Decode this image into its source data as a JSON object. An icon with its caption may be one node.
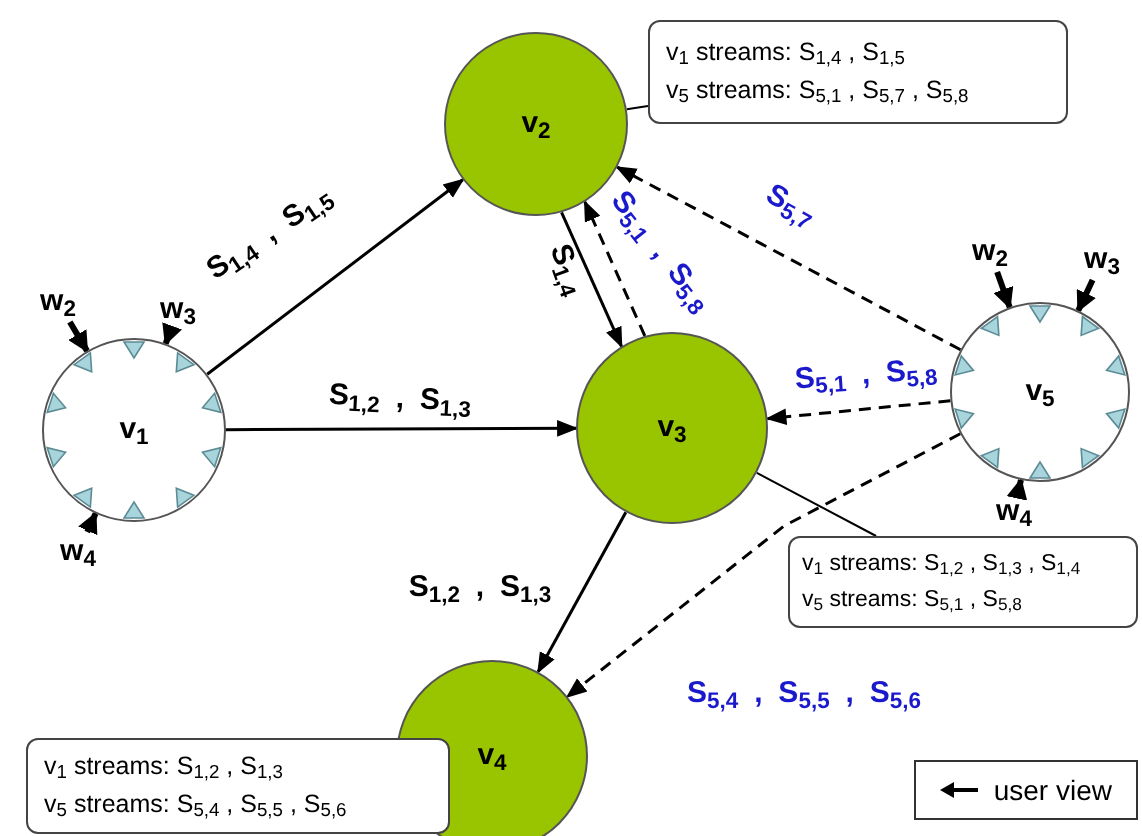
{
  "diagram": {
    "nodes": [
      {
        "text": [
          "v$_{1}$"
        ]
      },
      {
        "text": [
          "v$_{2}$"
        ]
      },
      {
        "text": [
          "v$_{1}$ streams: S$_{1,4}$ , S$_{1,5}$",
          "v$_{5}$ streams: S$_{5,1}$ , S$_{5,7}$ , S$_{5,8}$"
        ]
      },
      {
        "text": [
          "v$_{5}$"
        ]
      },
      {
        "text": [
          "v$_{3}$"
        ]
      },
      {
        "text": [
          "v$_{1}$ streams: S$_{1,2}$ , S$_{1,3}$ , S$_{1,4}$",
          "v$_{5}$ streams: S$_{5,1}$ , S$_{5,8}$"
        ]
      },
      {
        "text": [
          "v$_{4}$"
        ]
      },
      {
        "text": [
          "v$_{1}$ streams: S$_{1,2}$ , S$_{1,3}$",
          "v$_{5}$ streams: S$_{5,4}$ , S$_{5,5}$ , S$_{5,6}$"
        ]
      },
      {
        "text": [
          "w$_{2}$"
        ]
      },
      {
        "text": [
          "w$_{3}$"
        ]
      },
      {
        "text": [
          "w$_{4}$"
        ]
      },
      {
        "text": [
          "w$_{2}$"
        ]
      },
      {
        "text": [
          "w$_{3}$"
        ]
      },
      {
        "text": [
          "w$_{4}$"
        ]
      }
    ],
    "edges": [
      {
        "from": 0,
        "to": 1,
        "arrow": "to",
        "label": "S$_{1,4}$ , S$_{1,5}$"
      },
      {
        "from": 0,
        "to": 4,
        "arrow": "to",
        "label": "S$_{1,2}$ , S$_{1,3}$"
      },
      {
        "from": 1,
        "to": 4,
        "arrow": "to",
        "label": "S$_{1,4}$"
      },
      {
        "from": 4,
        "to": 1,
        "arrow": "to",
        "label": "S$_{5,1}$ , S$_{5,8}$",
        "style": "dashed"
      },
      {
        "from": 3,
        "to": 1,
        "arrow": "to",
        "label": "S$_{5,7}$",
        "style": "dashed"
      },
      {
        "from": 3,
        "to": 4,
        "arrow": "to",
        "label": "S$_{5,1}$ , S$_{5,8}$",
        "style": "dashed"
      },
      {
        "from": 4,
        "to": 6,
        "arrow": "to",
        "label": "S$_{1,2}$ , S$_{1,3}$"
      },
      {
        "from": 3,
        "to": 6,
        "arrow": "to",
        "label": "S$_{5,4}$ , S$_{5,5}$ , S$_{5,6}$",
        "style": "dashed"
      },
      {
        "from": 2,
        "to": 1,
        "arrow": "none"
      },
      {
        "from": 5,
        "to": 4,
        "arrow": "none"
      },
      {
        "from": 8,
        "to": 0,
        "arrow": "to",
        "style": "thick"
      },
      {
        "from": 9,
        "to": 0,
        "arrow": "to",
        "style": "thick"
      },
      {
        "from": 10,
        "to": 0,
        "arrow": "to",
        "style": "thick"
      },
      {
        "from": 11,
        "to": 3,
        "arrow": "to",
        "style": "thick"
      },
      {
        "from": 12,
        "to": 3,
        "arrow": "to",
        "style": "thick"
      },
      {
        "from": 13,
        "to": 3,
        "arrow": "to",
        "style": "thick"
      }
    ],
    "legend": [
      {
        "text": "user view"
      }
    ]
  }
}
